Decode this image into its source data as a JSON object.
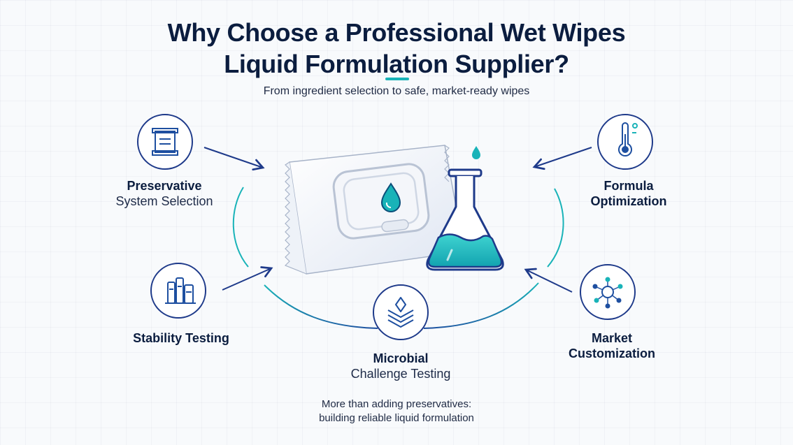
{
  "header": {
    "title_line1": "Why Choose a Professional Wet Wipes",
    "title_line2": "Liquid Formulation Supplier?",
    "subtitle": "From ingredient selection to safe, market-ready wipes"
  },
  "nodes": {
    "preservative": {
      "line1": "Preservative",
      "line2": "System Selection",
      "icon": "scroll-icon"
    },
    "stability": {
      "line1": "Stability Testing",
      "icon": "lab-equipment-icon"
    },
    "microbial": {
      "line1": "Microbial",
      "line2": "Challenge Testing",
      "icon": "layers-icon"
    },
    "formula": {
      "line1": "Formula",
      "line2": "Optimization",
      "icon": "thermometer-icon"
    },
    "market": {
      "line1": "Market",
      "line2": "Customization",
      "icon": "network-icon"
    }
  },
  "center": {
    "left_icon": "wet-wipes-pack-icon",
    "right_icon": "flask-icon"
  },
  "footer": {
    "line1": "More than adding preservatives:",
    "line2": "building reliable liquid formulation"
  },
  "colors": {
    "navy": "#1e3a8a",
    "teal": "#19b3b8",
    "text": "#0b1d3f"
  }
}
